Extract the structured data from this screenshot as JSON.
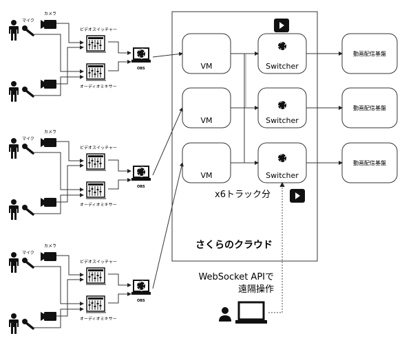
{
  "diagram": {
    "cloud": {
      "label": "さくらのクラウド",
      "multiplier_label": "x6トラック分"
    },
    "vm_label": "VM",
    "switcher_label": "Switcher",
    "service_label": "動画配信基盤",
    "venue": {
      "mic_label": "マイク",
      "camera_label": "カメラ",
      "video_switcher_label": "ビデオスイッチャー",
      "audio_mixer_label": "オーディオミキサー",
      "obs_label": "OBS"
    },
    "remote": {
      "line1": "WebSocket APIで",
      "line2": "遠隔操作"
    },
    "venue_count": 3,
    "track_rows": 3
  }
}
